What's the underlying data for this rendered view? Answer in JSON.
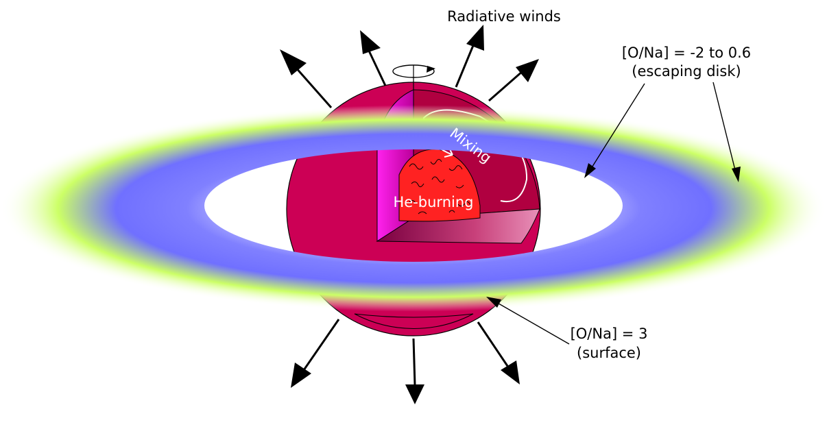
{
  "labels": {
    "radiative_winds": "Radiative winds",
    "disk_line1": "[O/Na] = -2 to 0.6",
    "disk_line2": "(escaping disk)",
    "surface_line1": "[O/Na] = 3",
    "surface_line2": "(surface)",
    "mixing": "Mixing",
    "he_burning": "He-burning"
  },
  "icons": {
    "rotation": "rotation-arrow-icon",
    "wind": "wind-arrow-icon"
  },
  "colors": {
    "star_surface": "#cc0055",
    "cutaway_side": "#aa0040",
    "cutaway_inner_face": "#dd11cc",
    "core": "#ff2020",
    "disk_inner": "#7777ff",
    "disk_outer": "#ccff66"
  }
}
